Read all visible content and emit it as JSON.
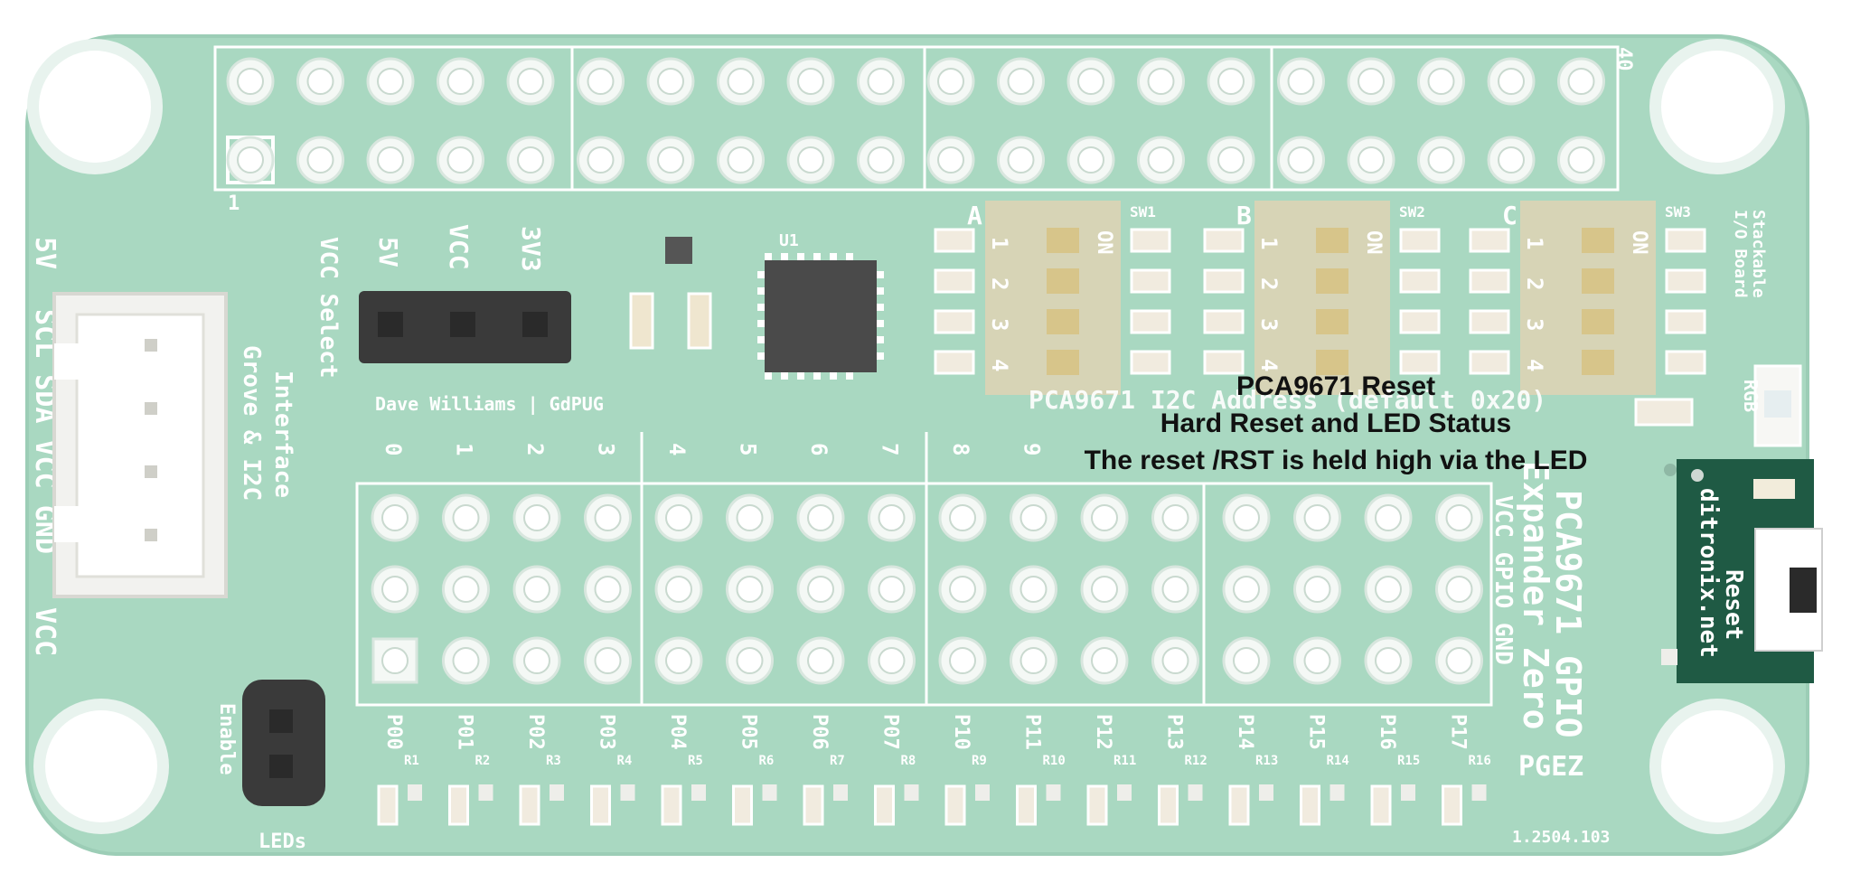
{
  "header": {
    "pin_one": "1",
    "pin_forty": "40"
  },
  "left_labels": {
    "v5": "5V",
    "grove_pins": "SCL SDA VCC GND",
    "vcc_bottom": "VCC",
    "grove_title_1": "Grove & I2C",
    "grove_title_2": "Interface",
    "vcc_select": "VCC Select",
    "enable": "Enable",
    "leds": "LEDs"
  },
  "vcc_select_options": [
    "5V",
    "VCC",
    "3V3"
  ],
  "credit": "Dave Williams | GdPUG",
  "chip_label": "U1",
  "dip_switches": [
    {
      "bank": "A",
      "ref": "SW1",
      "on_label": "ON",
      "numbers": [
        "1",
        "2",
        "3",
        "4"
      ]
    },
    {
      "bank": "B",
      "ref": "SW2",
      "on_label": "ON",
      "numbers": [
        "1",
        "2",
        "3",
        "4"
      ]
    },
    {
      "bank": "C",
      "ref": "SW3",
      "on_label": "ON",
      "numbers": [
        "1",
        "2",
        "3",
        "4"
      ]
    }
  ],
  "address_text": "PCA9671 I2C Address (default 0x20)",
  "stackable": [
    "Stackable",
    "I/O Board"
  ],
  "rgb_label": "RGB",
  "top_numbers": [
    "0",
    "1",
    "2",
    "3",
    "4",
    "5",
    "6",
    "7",
    "8",
    "9"
  ],
  "port_labels": [
    "P00",
    "P01",
    "P02",
    "P03",
    "P04",
    "P05",
    "P06",
    "P07",
    "P10",
    "P11",
    "P12",
    "P13",
    "P14",
    "P15",
    "P16",
    "P17"
  ],
  "resistor_labels": [
    "R1",
    "R2",
    "R3",
    "R4",
    "R5",
    "R6",
    "R7",
    "R8",
    "R9",
    "R10",
    "R11",
    "R12",
    "R13",
    "R14",
    "R15",
    "R16"
  ],
  "side_text": [
    "PCA9671 GPIO",
    "Expander Zero"
  ],
  "side_pins": "VCC GPIO GND",
  "board_name": "PGEZ",
  "version": "1.2504.103",
  "reset_panel": {
    "url": "ditronix.net",
    "reset_label": "Reset"
  },
  "callout": {
    "line1": "PCA9671 Reset",
    "line2": "Hard Reset and LED Status",
    "line3": "The reset /RST is held high via the LED"
  },
  "colors": {
    "board": "#a9d8c1",
    "board_edge": "#9ccdb6",
    "silk": "#ffffff",
    "highlight_panel": "#1f5a44",
    "dip_body": "#d7d4b6",
    "dip_toggle": "#d7c58a",
    "callout_text": "#111111"
  }
}
